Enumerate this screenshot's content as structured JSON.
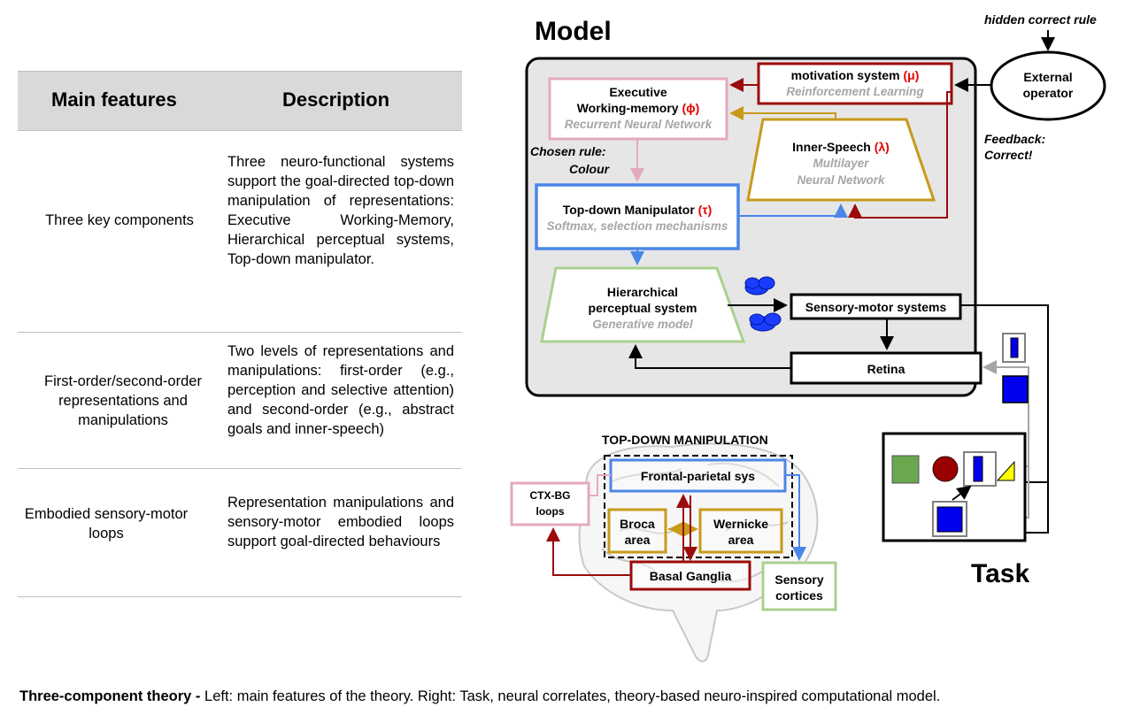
{
  "table": {
    "headers": [
      "Main features",
      "Description"
    ],
    "rows": [
      {
        "feature": "Three key components",
        "description": "Three neuro-functional systems support the goal-directed top-down manipulation of representations: Executive Working-Memory, Hierarchical perceptual systems, Top-down manipulator."
      },
      {
        "feature": "First-order/second-order representations and manipulations",
        "description": "Two levels of representations and manipulations: first-order (e.g., perception and selective attention) and second-order (e.g., abstract goals and inner-speech)"
      },
      {
        "feature": "Embodied sensory-motor loops",
        "description": "Representation manipulations and sensory-motor embodied loops support goal-directed behaviours"
      }
    ]
  },
  "model": {
    "title": "Model",
    "hidden_rule": "hidden correct rule",
    "external_operator": "External operator",
    "feedback": "Feedback:",
    "feedback_value": "Correct!",
    "chosen_rule": "Chosen rule:",
    "chosen_rule_value": "Colour",
    "motivation": {
      "name": "motivation system",
      "symbol": "(μ)",
      "sub": "Reinforcement Learning"
    },
    "ewm": {
      "name1": "Executive",
      "name2": "Working-memory",
      "symbol": "(ϕ)",
      "sub": "Recurrent Neural Network"
    },
    "inner_speech": {
      "name": "Inner-Speech",
      "symbol": "(λ)",
      "sub1": "Multilayer",
      "sub2": "Neural Network"
    },
    "tdm": {
      "name": "Top-down Manipulator",
      "symbol": "(τ)",
      "sub": "Softmax, selection mechanisms"
    },
    "hps": {
      "name1": "Hierarchical",
      "name2": "perceptual system",
      "sub": "Generative model"
    },
    "sensory_motor": "Sensory-motor systems",
    "retina": "Retina"
  },
  "brain": {
    "title": "TOP-DOWN MANIPULATION",
    "frontal": "Frontal-parietal sys",
    "broca1": "Broca",
    "broca2": "area",
    "wernicke1": "Wernicke",
    "wernicke2": "area",
    "ctx1": "CTX-BG",
    "ctx2": "loops",
    "basal": "Basal Ganglia",
    "sensory1": "Sensory",
    "sensory2": "cortices"
  },
  "task": {
    "title": "Task"
  },
  "caption": {
    "bold": "Three-component theory -",
    "text": " Left: main features of the theory. Right: Task, neural correlates, theory-based neuro-inspired computational model."
  },
  "colors": {
    "pink": "#e4a9c0",
    "darkred": "#9b0b0b",
    "gold": "#c79a1a",
    "blue": "#4a86e8",
    "green": "#a9d18e",
    "panel": "#e6e6e6"
  }
}
